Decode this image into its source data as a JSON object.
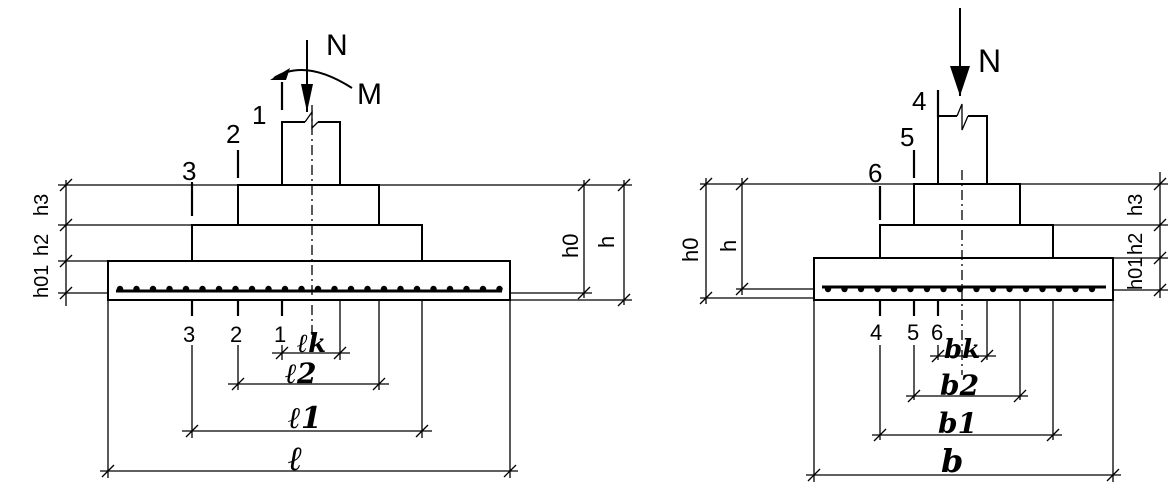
{
  "left": {
    "load_n": "N",
    "moment_m": "M",
    "section_labels_top": [
      "1",
      "2",
      "3"
    ],
    "section_labels_bottom": [
      "3",
      "2",
      "1"
    ],
    "height_labels": {
      "h3": "h3",
      "h2": "h2",
      "h01": "h01",
      "h0": "h0",
      "h": "h"
    },
    "dim_lk": "ℓk",
    "dim_l2": "ℓ2",
    "dim_l1": "ℓ1",
    "dim_l": "ℓ"
  },
  "right": {
    "load_n": "N",
    "section_labels_top": [
      "4",
      "5",
      "6"
    ],
    "section_labels_bottom": [
      "4",
      "5",
      "6"
    ],
    "height_labels": {
      "h3": "h3",
      "h2": "h2",
      "h01": "h01",
      "h0": "h0",
      "h": "h"
    },
    "dim_bk": "bk",
    "dim_b2": "b2",
    "dim_b1": "b1",
    "dim_b": "b"
  }
}
